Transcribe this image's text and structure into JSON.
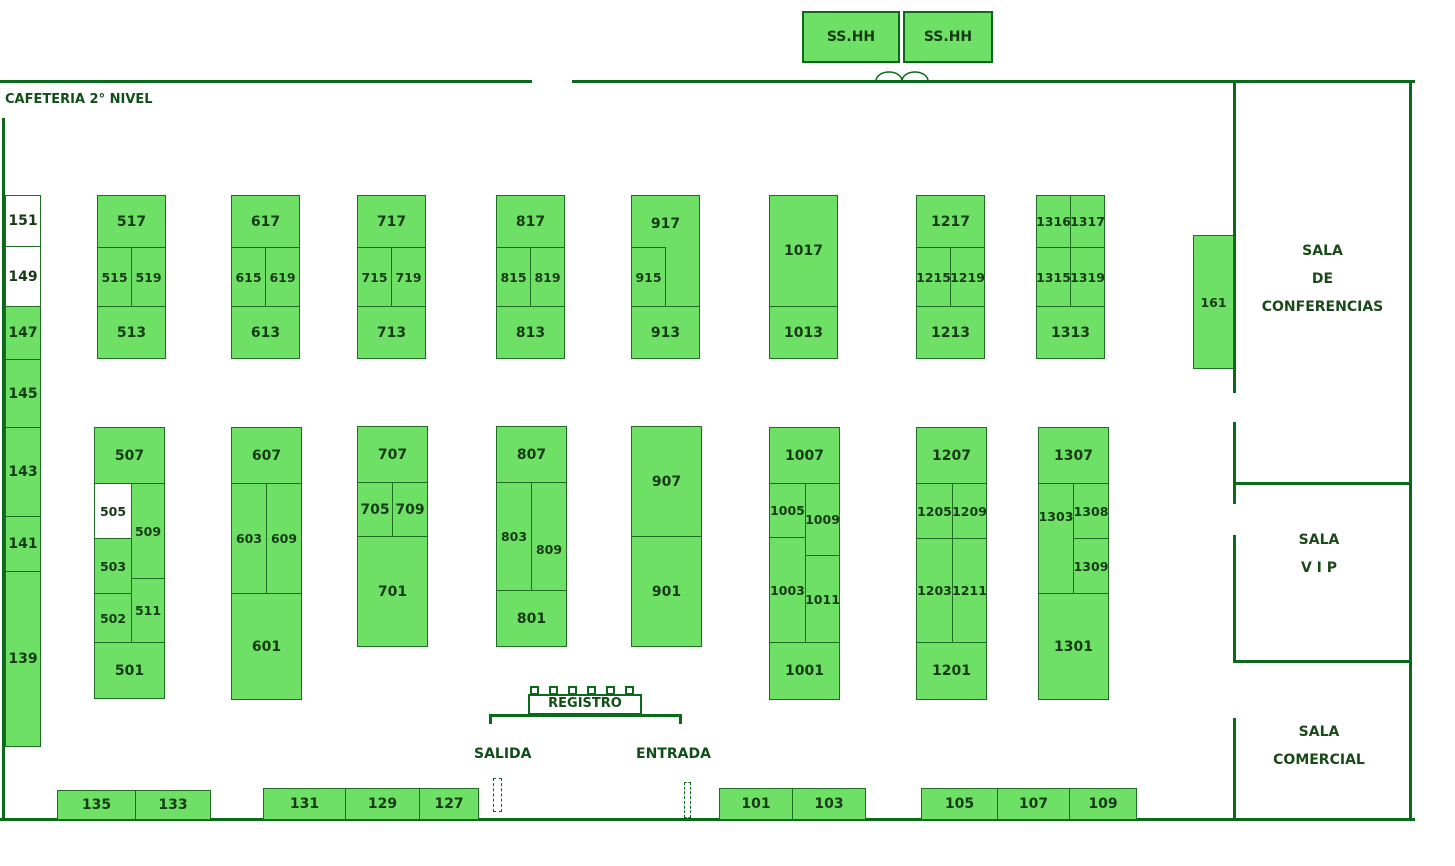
{
  "header": {
    "cafeteria_label": "CAFETERIA  2° NIVEL"
  },
  "restrooms": [
    "SS.HH",
    "SS.HH"
  ],
  "rooms": {
    "conferencias": [
      "SALA",
      "DE",
      "CONFERENCIAS"
    ],
    "vip": [
      "SALA",
      "V I P"
    ],
    "comercial": [
      "SALA",
      "COMERCIAL"
    ]
  },
  "registration": {
    "label": "REGISTRO",
    "exit_label": "SALIDA",
    "entrance_label": "ENTRADA"
  },
  "booths": {
    "b151": "151",
    "b149": "149",
    "b147": "147",
    "b145": "145",
    "b143": "143",
    "b141": "141",
    "b139": "139",
    "b517": "517",
    "b515": "515",
    "b519": "519",
    "b513": "513",
    "b617": "617",
    "b615": "615",
    "b619": "619",
    "b613": "613",
    "b717": "717",
    "b715": "715",
    "b719": "719",
    "b713": "713",
    "b817": "817",
    "b815": "815",
    "b819": "819",
    "b813": "813",
    "b917": "917",
    "b915": "915",
    "b913": "913",
    "b1017": "1017",
    "b1013": "1013",
    "b1217": "1217",
    "b1215": "1215",
    "b1219": "1219",
    "b1213": "1213",
    "b1316": "1316",
    "b1317": "1317",
    "b1315": "1315",
    "b1319": "1319",
    "b1313": "1313",
    "b161": "161",
    "b507": "507",
    "b505": "505",
    "b509": "509",
    "b503": "503",
    "b502": "502",
    "b511": "511",
    "b501": "501",
    "b607": "607",
    "b603": "603",
    "b609": "609",
    "b601": "601",
    "b707": "707",
    "b705": "705",
    "b709": "709",
    "b701": "701",
    "b807": "807",
    "b803": "803",
    "b809": "809",
    "b801": "801",
    "b907": "907",
    "b901": "901",
    "b1007": "1007",
    "b1005": "1005",
    "b1009": "1009",
    "b1003": "1003",
    "b1011": "1011",
    "b1001": "1001",
    "b1207": "1207",
    "b1205": "1205",
    "b1209": "1209",
    "b1203": "1203",
    "b1211": "1211",
    "b1201": "1201",
    "b1307": "1307",
    "b1303": "1303",
    "b1308": "1308",
    "b1309": "1309",
    "b1301": "1301",
    "b135": "135",
    "b133": "133",
    "b131": "131",
    "b129": "129",
    "b127": "127",
    "b101": "101",
    "b103": "103",
    "b105": "105",
    "b107": "107",
    "b109": "109"
  },
  "colors": {
    "booth_fill": "#6fe066",
    "wall": "#0b6a1a",
    "free_booth": "#ffffff"
  }
}
